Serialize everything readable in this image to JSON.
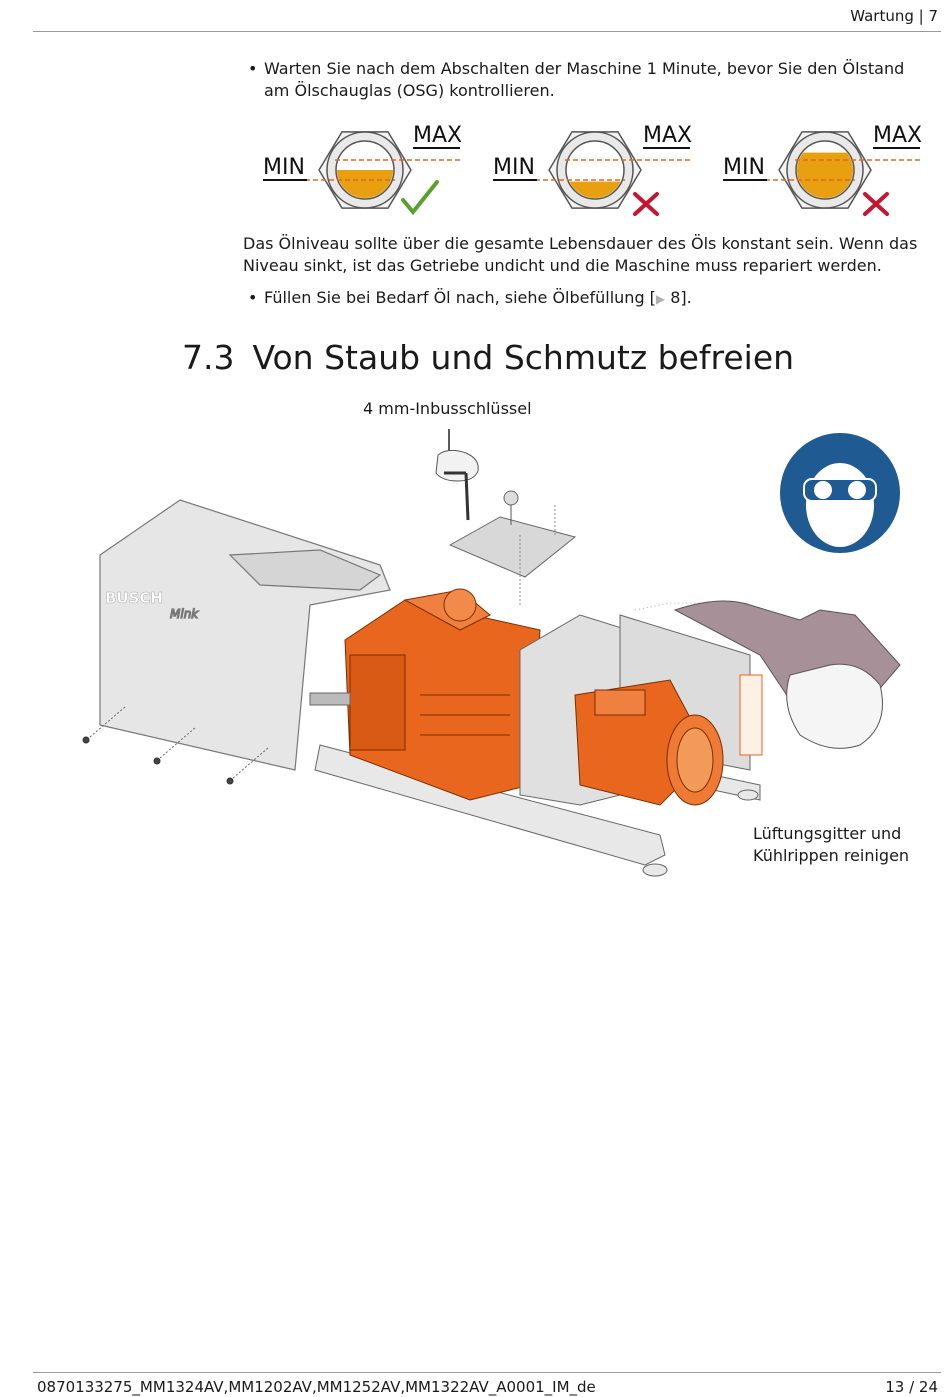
{
  "header": {
    "section": "Wartung | 7"
  },
  "content": {
    "bullet1": "Warten Sie nach dem Abschalten der Maschine 1 Minute, bevor Sie den Ölstand am Ölschauglas (OSG) kontrollieren.",
    "sight_glasses": [
      {
        "min_label": "MIN",
        "max_label": "MAX",
        "level": 0.5,
        "status": "ok",
        "status_icon": "check-icon"
      },
      {
        "min_label": "MIN",
        "max_label": "MAX",
        "level": 0.3,
        "status": "wrong",
        "status_icon": "cross-icon"
      },
      {
        "min_label": "MIN",
        "max_label": "MAX",
        "level": 0.8,
        "status": "wrong",
        "status_icon": "cross-icon"
      }
    ],
    "para1": "Das Ölniveau sollte über die gesamte Lebensdauer des Öls konstant sein. Wenn das Niveau sinkt, ist das Getriebe undicht und die Maschine muss repariert werden.",
    "bullet2_prefix": "Füllen Sie bei Bedarf Öl nach, siehe ",
    "bullet2_link": "Ölbefüllung",
    "bullet2_open": " [",
    "bullet2_page": " 8",
    "bullet2_close": "].",
    "section_number": "7.3",
    "section_title": "Von Staub und Schmutz befreien",
    "illustration": {
      "tool_label": "4 mm-Inbusschlüssel",
      "clean_label_line1": "Lüftungsgitter und",
      "clean_label_line2": "Kühlrippen reinigen",
      "brand_text": "BUSCH",
      "model_text": "Mink",
      "ppe_icon": "safety-goggles-icon",
      "ppe_color": "#1f5a93",
      "accent_color": "#e8661e"
    }
  },
  "footer": {
    "doc_id": "0870133275_MM1324AV,MM1202AV,MM1252AV,MM1322AV_A0001_IM_de",
    "page": "13 / 24"
  }
}
